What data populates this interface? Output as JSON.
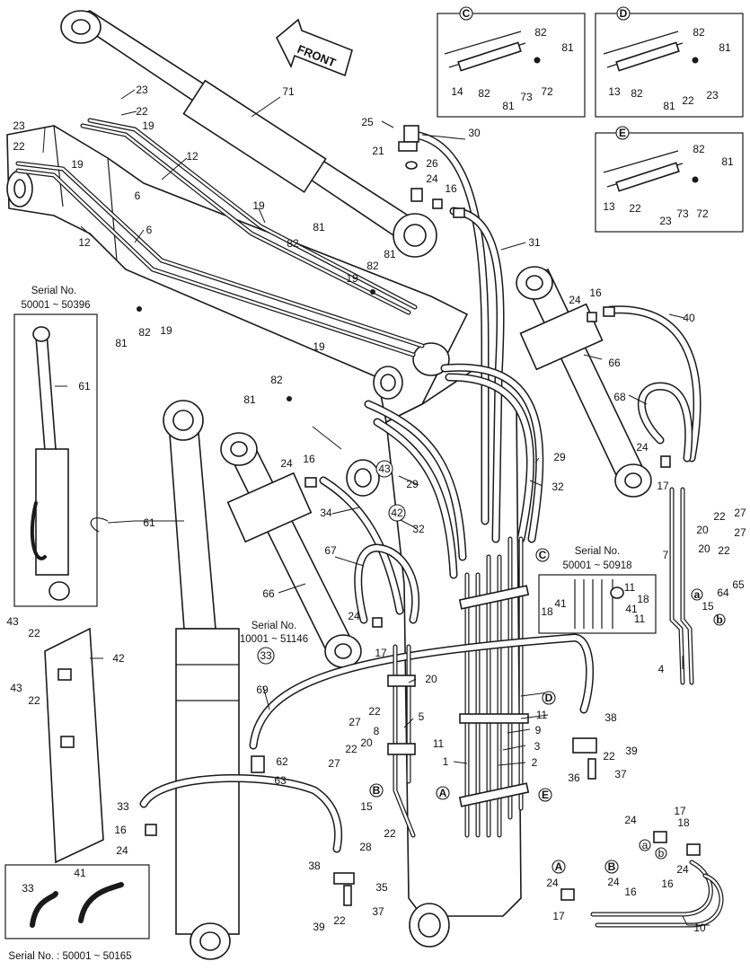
{
  "front_label": "FRONT",
  "serial_top_left": {
    "title": "Serial No.",
    "range": "50001 ~ 50396"
  },
  "serial_mid": {
    "title": "Serial No.",
    "range": "10001 ~ 51146"
  },
  "serial_right": {
    "title": "Serial No.",
    "range": "50001 ~ 50918"
  },
  "serial_bottom_left": "Serial No. : 50001 ~ 50165",
  "detail_boxes": [
    {
      "letter": "C",
      "labels": [
        "82",
        "81",
        "14",
        "82",
        "81",
        "73",
        "72"
      ]
    },
    {
      "letter": "D",
      "labels": [
        "82",
        "81",
        "13",
        "82",
        "81",
        "22",
        "23"
      ]
    },
    {
      "letter": "E",
      "labels": [
        "82",
        "81",
        "13",
        "22",
        "23",
        "73",
        "72"
      ]
    }
  ],
  "refs": {
    "C": "C",
    "D": "D",
    "E": "E",
    "A": "A",
    "B": "B",
    "a": "a",
    "b": "b",
    "n33": "33",
    "n43": "43",
    "n42": "42"
  },
  "part_numbers": {
    "p23a": "23",
    "p22a": "22",
    "p19a": "19",
    "p71": "71",
    "p23b": "23",
    "p22b": "22",
    "p19b": "19",
    "p12a": "12",
    "p6a": "6",
    "p6b": "6",
    "p12b": "12",
    "p25": "25",
    "p30": "30",
    "p21": "21",
    "p26": "26",
    "p24a": "24",
    "p16a": "16",
    "p19c": "19",
    "p81a": "81",
    "p82a": "82",
    "p31": "31",
    "p82b": "82",
    "p81b": "81",
    "p19d": "19",
    "p81c": "81",
    "p82c": "82",
    "p19e": "19",
    "p19f": "19",
    "p82d": "82",
    "p81d": "81",
    "p24b": "24",
    "p16b": "16",
    "p40": "40",
    "p66a": "66",
    "p68": "68",
    "p61": "61",
    "p61b": "61",
    "p24c": "24",
    "p16c": "16",
    "p29a": "29",
    "p29b": "29",
    "p32a": "32",
    "p32b": "32",
    "p34": "34",
    "p24d": "24",
    "p17a": "17",
    "p67": "67",
    "p66b": "66",
    "p24e": "24",
    "p17b": "17",
    "p22c": "22",
    "p27a": "27",
    "p20a": "20",
    "p27b": "27",
    "p20b": "20",
    "p7": "7",
    "p11a": "11",
    "p41a": "41",
    "p18a": "18",
    "p18b": "18",
    "p41b": "41",
    "p11b": "11",
    "p15a": "15",
    "p64": "64",
    "p65": "65",
    "p4": "4",
    "p43a": "43",
    "p22d": "22",
    "p42": "42",
    "p43b": "43",
    "p22e": "22",
    "p69": "69",
    "p20c": "20",
    "p22f": "22",
    "p27c": "27",
    "p5": "5",
    "p8": "8",
    "p20d": "20",
    "p22g": "22",
    "p27d": "27",
    "p11c": "11",
    "p1": "1",
    "p11d": "11",
    "p9": "9",
    "p3": "3",
    "p2": "2",
    "p38a": "38",
    "p22h": "22",
    "p39a": "39",
    "p36": "36",
    "p37a": "37",
    "p62": "62",
    "p63": "63",
    "p33": "33",
    "p16d": "16",
    "p24f": "24",
    "p15b": "15",
    "p28": "28",
    "p22i": "22",
    "p38b": "38",
    "p35": "35",
    "p37b": "37",
    "p39b": "39",
    "p22j": "22",
    "p33b": "33",
    "p41c": "41",
    "p17c": "17",
    "p24g": "24",
    "p18c": "18",
    "p24h": "24",
    "p16e": "16",
    "p24i": "24",
    "p24j": "24",
    "p16f": "16",
    "p17d": "17",
    "p10": "10"
  }
}
